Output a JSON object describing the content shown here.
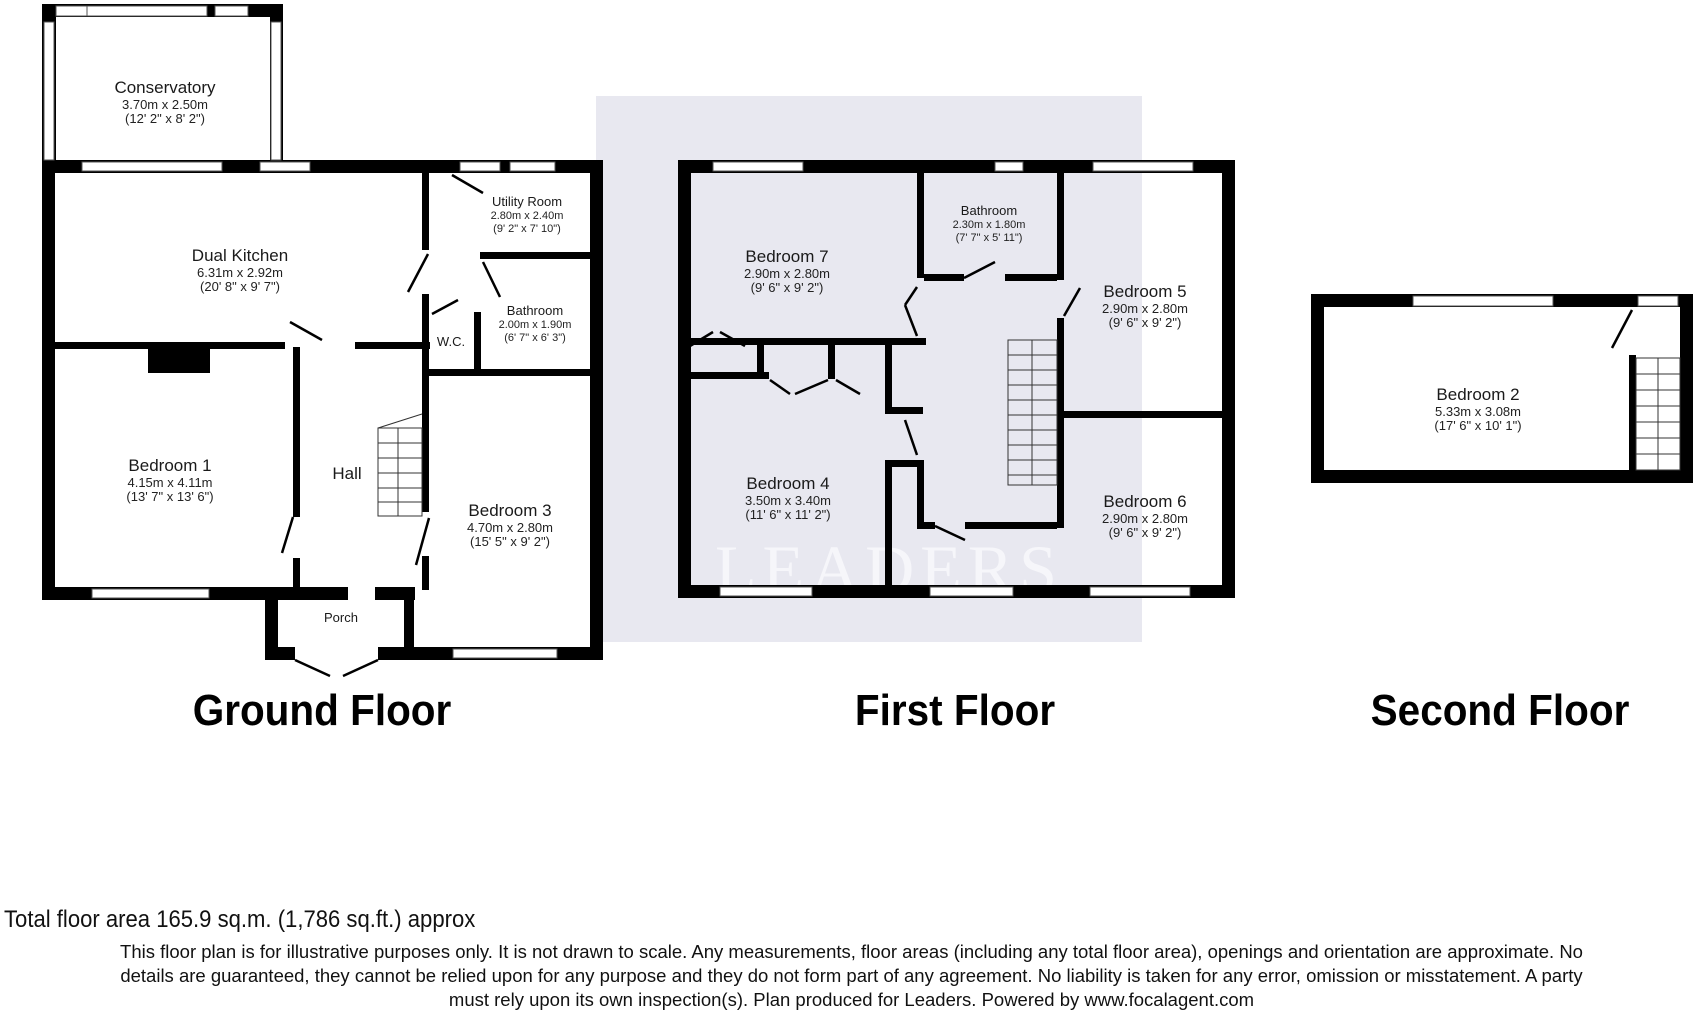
{
  "watermark": {
    "brand": "LEADERS",
    "bg_color": "#e8e8f0"
  },
  "floors": {
    "ground": {
      "title": "Ground Floor",
      "rooms": [
        {
          "name": "Conservatory",
          "metric": "3.70m x 2.50m",
          "imperial": "(12' 2\" x 8' 2\")"
        },
        {
          "name": "Dual Kitchen",
          "metric": "6.31m x 2.92m",
          "imperial": "(20' 8\" x 9' 7\")"
        },
        {
          "name": "Utility Room",
          "metric": "2.80m x 2.40m",
          "imperial": "(9' 2\" x 7' 10\")"
        },
        {
          "name": "Bathroom",
          "metric": "2.00m x 1.90m",
          "imperial": "(6' 7\" x 6' 3\")"
        },
        {
          "name": "W.C."
        },
        {
          "name": "Bedroom 1",
          "metric": "4.15m x 4.11m",
          "imperial": "(13' 7\" x 13' 6\")"
        },
        {
          "name": "Hall"
        },
        {
          "name": "Bedroom 3",
          "metric": "4.70m x 2.80m",
          "imperial": "(15' 5\" x 9' 2\")"
        },
        {
          "name": "Porch"
        }
      ]
    },
    "first": {
      "title": "First Floor",
      "rooms": [
        {
          "name": "Bedroom 7",
          "metric": "2.90m x 2.80m",
          "imperial": "(9' 6\" x 9' 2\")"
        },
        {
          "name": "Bathroom",
          "metric": "2.30m x 1.80m",
          "imperial": "(7' 7\" x 5' 11\")"
        },
        {
          "name": "Bedroom 5",
          "metric": "2.90m x 2.80m",
          "imperial": "(9' 6\" x 9' 2\")"
        },
        {
          "name": "Bedroom 4",
          "metric": "3.50m x 3.40m",
          "imperial": "(11' 6\" x 11' 2\")"
        },
        {
          "name": "Bedroom 6",
          "metric": "2.90m x 2.80m",
          "imperial": "(9' 6\" x 9' 2\")"
        }
      ]
    },
    "second": {
      "title": "Second Floor",
      "rooms": [
        {
          "name": "Bedroom 2",
          "metric": "5.33m x 3.08m",
          "imperial": "(17' 6\" x 10' 1\")"
        }
      ]
    }
  },
  "footer": {
    "total_area": "Total floor area 165.9 sq.m. (1,786 sq.ft.) approx",
    "disclaimer_lines": [
      "This floor plan is for illustrative purposes only. It is not drawn to scale. Any measurements, floor areas (including any total floor area), openings and orientation are approximate. No",
      "details are guaranteed, they cannot be relied upon for any purpose and they do not form part of any agreement. No liability is taken for any error, omission or misstatement. A party",
      "must rely upon its own inspection(s). Plan produced for Leaders. Powered by www.focalagent.com"
    ]
  }
}
